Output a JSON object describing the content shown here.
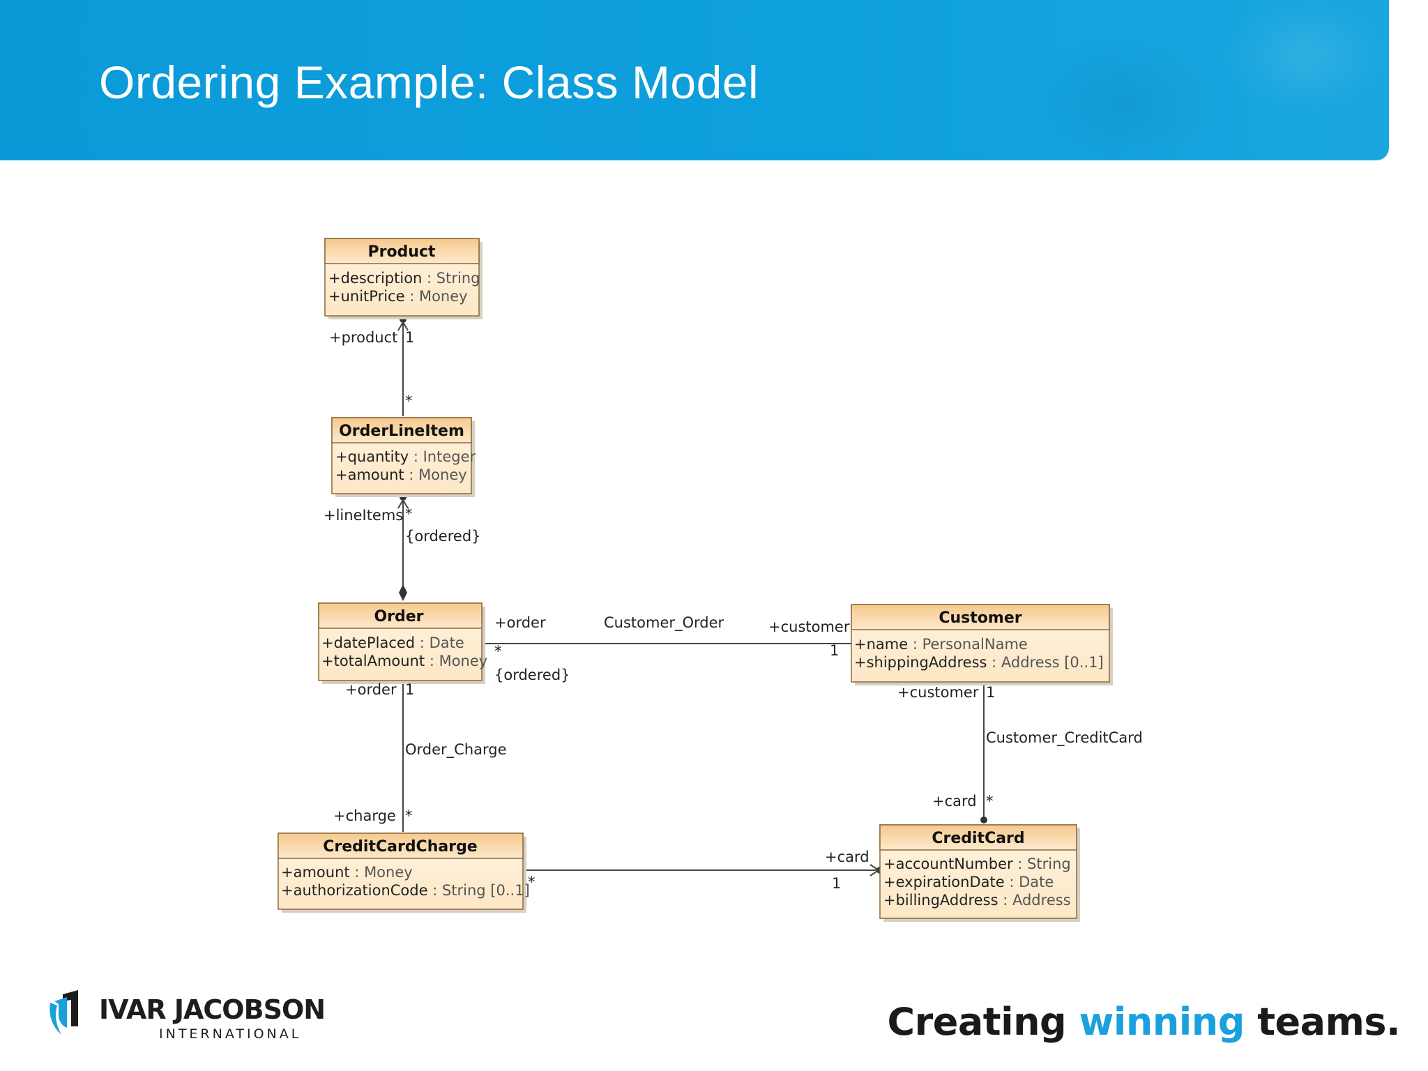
{
  "slide": {
    "title": "Ordering Example: Class Model"
  },
  "classes": {
    "product": {
      "name": "Product",
      "attrs": [
        {
          "n": "+description",
          "t": "String"
        },
        {
          "n": "+unitPrice",
          "t": "Money"
        }
      ]
    },
    "orderlineitem": {
      "name": "OrderLineItem",
      "attrs": [
        {
          "n": "+quantity",
          "t": "Integer"
        },
        {
          "n": "+amount",
          "t": "Money"
        }
      ]
    },
    "order": {
      "name": "Order",
      "attrs": [
        {
          "n": "+datePlaced",
          "t": "Date"
        },
        {
          "n": "+totalAmount",
          "t": "Money"
        }
      ]
    },
    "customer": {
      "name": "Customer",
      "attrs": [
        {
          "n": "+name",
          "t": "PersonalName"
        },
        {
          "n": "+shippingAddress",
          "t": "Address [0..1]"
        }
      ]
    },
    "creditcardcharge": {
      "name": "CreditCardCharge",
      "attrs": [
        {
          "n": "+amount",
          "t": "Money"
        },
        {
          "n": "+authorizationCode",
          "t": "String [0..1]"
        }
      ]
    },
    "creditcard": {
      "name": "CreditCard",
      "attrs": [
        {
          "n": "+accountNumber",
          "t": "String"
        },
        {
          "n": "+expirationDate",
          "t": "Date"
        },
        {
          "n": "+billingAddress",
          "t": "Address"
        }
      ]
    }
  },
  "labels": {
    "product_role": "+product",
    "product_mult": "1",
    "lineitem_star": "*",
    "lineitems_role": "+lineItems",
    "lineitems_mult": "*",
    "lineitems_ordered": "{ordered}",
    "order_role_right": "+order",
    "customer_order": "Customer_Order",
    "customer_role": "+customer",
    "order_mult_star": "*",
    "order_ordered": "{ordered}",
    "customer_mult": "1",
    "order_role_bottom": "+order",
    "order_mult_bottom": "1",
    "order_charge": "Order_Charge",
    "charge_role": "+charge",
    "charge_mult": "*",
    "customer_role_bottom": "+customer",
    "customer_mult_bottom": "1",
    "customer_creditcard": "Customer_CreditCard",
    "card_role_top": "+card",
    "card_mult_top": "*",
    "card_role_left": "+card",
    "card_mult_left": "1",
    "charge_mult_right": "*"
  },
  "footer": {
    "logo_name": "IVAR JACOBSON",
    "logo_sub": "INTERNATIONAL",
    "tagline_pre": "Creating ",
    "tagline_hl": "winning",
    "tagline_post": " teams."
  }
}
